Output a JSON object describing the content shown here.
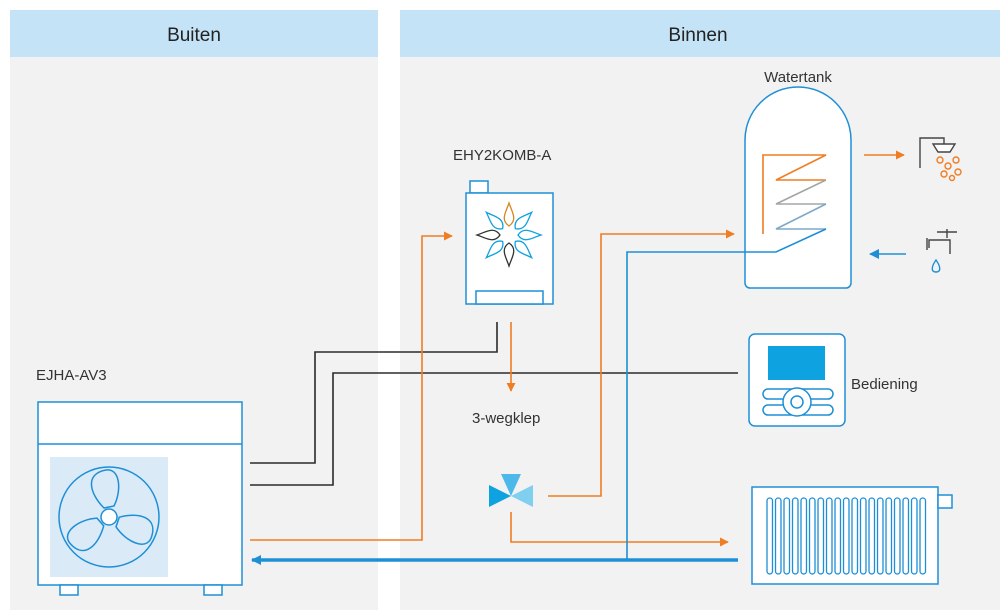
{
  "sections": {
    "outside_title": "Buiten",
    "inside_title": "Binnen"
  },
  "components": {
    "outdoor_unit": "EJHA-AV3",
    "gas_boiler": "EHY2KOMB-A",
    "water_tank": "Watertank",
    "three_way_valve": "3-wegklep",
    "user_interface": "Bediening"
  },
  "icons": [
    "fan-icon",
    "flame-icon",
    "shower-icon",
    "tap-icon",
    "valve-icon",
    "radiator-icon"
  ],
  "colors": {
    "panel_background": "#f2f2f2",
    "header_background": "#c5e3f6",
    "hot_water_line": "#ef7d23",
    "cold_water_line": "#1e8fd6",
    "cable": "#2b2b2b",
    "accent_blue": "#0ea2e0"
  }
}
